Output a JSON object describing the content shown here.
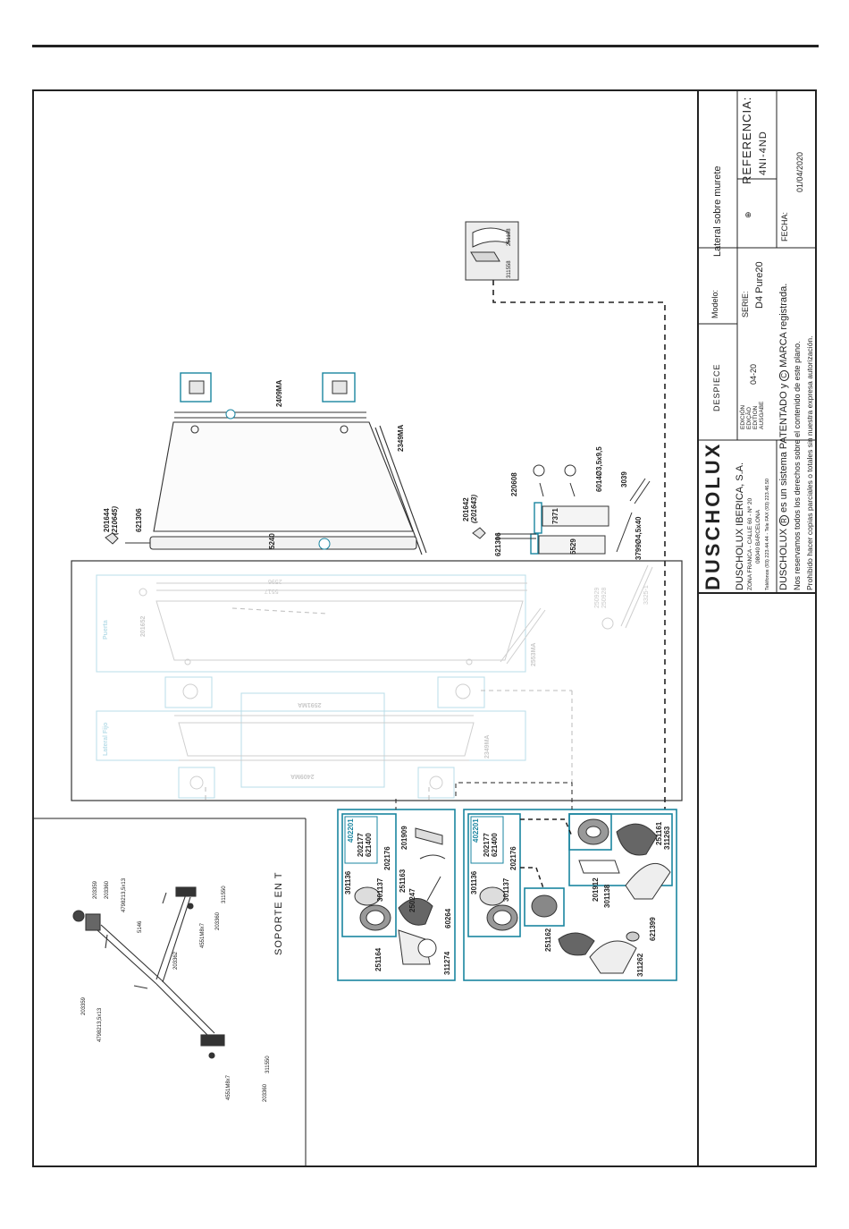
{
  "title_block": {
    "brand": "DUSCHOLUX",
    "despiece": "DESPIECE",
    "modelo_label": "Modelo:",
    "modelo_value": "Lateral sobre murete",
    "serie_label": "SERIE:",
    "serie_value": "D4 Pure20",
    "referencia_label": "REFERENCIA:",
    "referencia_value": "4NI-4ND",
    "fecha_label": "FECHA:",
    "fecha_value": "01/04/2020",
    "edicion_labels": [
      "EDICIÓN",
      "EDIÇÃO",
      "EDITION",
      "AUSGABE"
    ],
    "edicion_value": "04-20",
    "company": "DUSCHOLUX IBERICA, S.A.",
    "address_1": "ZONA FRANCA - CALLE 60 - Nº 20",
    "address_2": "08040 BARCELONA",
    "phone": "Teléfonos (93) 223.44.44 - Tele FAX (93) 223.46.50",
    "patent_prefix": "DUSCHOLUX",
    "patent_mid": "es un sistema PATENTADO y",
    "patent_suffix": "MARCA registrada.",
    "rights": "Nos reservamos todos los derechos sobre el contenido de este plano.",
    "prohibited": "Prohibido hacer copias parciales o totales sin nuestra expresa autorización.",
    "mark_r": "R",
    "mark_c": "C",
    "mark_small": "⊕"
  },
  "soporte": {
    "title": "SOPORTE EN T",
    "parts": [
      "203359",
      "203360",
      "4798213,5x13",
      "5146",
      "203362",
      "4551M8x7",
      "203360",
      "311550",
      "203359",
      "4798213,5x13",
      "4551M8x7",
      "311550",
      "203360"
    ]
  },
  "top_parts": {
    "profile_top": "2409MA",
    "profile_side": "2349MA",
    "bottom_profile": "5240",
    "clip": "621306",
    "clip_left": [
      "201644",
      "(210645)"
    ],
    "clip_right": [
      "201642",
      "(201643)"
    ],
    "clip_right_2": "621306",
    "hinge_a": "220608",
    "hinge_b": "7371",
    "hinge_c": "5529",
    "screw_a": "6014Ø3,5x9,5",
    "screw_b": "3039",
    "screw_c": "3799Ø4,5x40",
    "detail_a": "251108",
    "detail_b": "311558"
  },
  "faint_labels": {
    "puerta": "Puerta",
    "lateral_fijo": "Lateral Fijo",
    "door_profile_a": "2596",
    "door_profile_b": "5517",
    "door_glass": "2553MA",
    "clip_a": "201652",
    "right_a": "250929",
    "right_b": "250928",
    "right_c": "3325-1",
    "fijo_top": "2591MA",
    "fijo_side": "2349MA",
    "fijo_bot": "2409MA"
  },
  "left_box": {
    "inner_codes": [
      "402201",
      "202177",
      "621400",
      "202176"
    ],
    "parts": [
      "301136",
      "301137",
      "251163",
      "250247",
      "201909",
      "60264",
      "251164",
      "311274"
    ]
  },
  "right_box": {
    "inner_codes": [
      "402201",
      "202177",
      "621400",
      "202176"
    ],
    "parts": [
      "301136",
      "301137",
      "251161",
      "311263",
      "201912",
      "301138",
      "251162",
      "621399",
      "311262"
    ]
  }
}
